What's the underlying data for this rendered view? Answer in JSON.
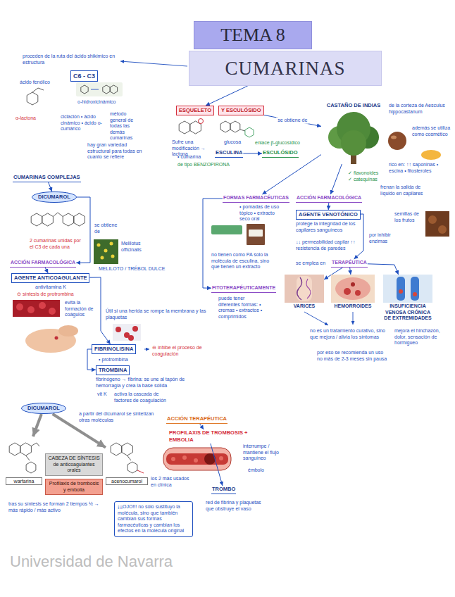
{
  "diagram": {
    "title": "TEMA 8",
    "nodes": [
      {
        "text": [
          "CUMARINAS"
        ]
      },
      {
        "text": [
          "C6 - C3"
        ]
      },
      {
        "text": [
          "ESQUELETO"
        ]
      },
      {
        "text": [
          "Y ESCULÓSIDO"
        ]
      },
      {
        "text": [
          "ESCULINA"
        ]
      },
      {
        "text": [
          "ESCULÓSIDO"
        ]
      },
      {
        "text": [
          "CASTAÑO DE INDIAS"
        ]
      },
      {
        "text": [
          "CUMARINAS COMPLEJAS"
        ]
      },
      {
        "text": [
          "DICUMAROL"
        ]
      },
      {
        "text": [
          "ACCIÓN FARMACOLÓGICA"
        ]
      },
      {
        "text": [
          "AGENTE ANTICOAGULANTE"
        ]
      },
      {
        "text": [
          "FIBRINOLISINA"
        ]
      },
      {
        "text": [
          "TROMBINA"
        ]
      },
      {
        "text": [
          "FORMAS FARMACÉUTICAS"
        ]
      },
      {
        "text": [
          "ACCIÓN FARMACOLÓGICA"
        ]
      },
      {
        "text": [
          "AGENTE VENOTÓNICO"
        ]
      },
      {
        "text": [
          "FITOTERAPÉUTICAMENTE"
        ]
      },
      {
        "text": [
          "TERAPÉUTICA"
        ]
      },
      {
        "text": [
          "VARICES"
        ]
      },
      {
        "text": [
          "HEMORROIDES"
        ]
      },
      {
        "text": [
          "INSUFICIENCIA VENOSA CRÓNICA DE EXTREMIDADES"
        ]
      },
      {
        "text": [
          "DICUMAROL"
        ]
      },
      {
        "text": [
          "CABEZA DE SÍNTESIS de anticoagulantes orales"
        ]
      },
      {
        "text": [
          "Profilaxis de trombosis y embolia"
        ]
      },
      {
        "text": [
          "warfarina"
        ]
      },
      {
        "text": [
          "acenocumarol"
        ]
      },
      {
        "text": [
          "ACCIÓN TERAPÉUTICA"
        ]
      },
      {
        "text": [
          "PROFILAXIS DE TROMBOSIS + EMBOLIA"
        ]
      },
      {
        "text": [
          "TROMBO"
        ]
      },
      {
        "text": [
          "¡¡¡OJO!!! no sólo sustituyo la molécula, sino que también cambian sus formas farmacéuticas y cambian los efectos en la molécula original"
        ]
      }
    ],
    "edges": [
      {
        "from": 0,
        "to": 2,
        "arrow": "to"
      },
      {
        "from": 3,
        "to": 6,
        "label": "se obtiene de",
        "arrow": "to"
      },
      {
        "from": 4,
        "to": 5,
        "arrow": "to"
      },
      {
        "from": 6,
        "to": 13,
        "arrow": "to"
      },
      {
        "from": 6,
        "to": 14,
        "arrow": "to"
      },
      {
        "from": 7,
        "to": 8,
        "arrow": "to"
      },
      {
        "from": 8,
        "to": 9,
        "arrow": "to"
      },
      {
        "from": 9,
        "to": 10,
        "arrow": "to"
      },
      {
        "from": 10,
        "to": 11,
        "arrow": "to"
      },
      {
        "from": 11,
        "to": 12,
        "arrow": "to"
      },
      {
        "from": 14,
        "to": 15,
        "arrow": "to"
      },
      {
        "from": 15,
        "to": 17,
        "arrow": "to"
      },
      {
        "from": 17,
        "to": 18,
        "arrow": "to"
      },
      {
        "from": 17,
        "to": 19,
        "arrow": "to"
      },
      {
        "from": 17,
        "to": 20,
        "arrow": "to"
      },
      {
        "from": 13,
        "to": 16,
        "arrow": "to"
      },
      {
        "from": 21,
        "to": 24,
        "arrow": "to"
      },
      {
        "from": 21,
        "to": 25,
        "arrow": "to"
      },
      {
        "from": 26,
        "to": 27,
        "arrow": "to"
      },
      {
        "from": 27,
        "to": 28,
        "arrow": "to"
      }
    ],
    "labels": [
      "proceden de la ruta del ácido shikímico en estructura",
      "ácido fenólico",
      "α-lactona",
      "o-hidroxicinámico",
      "ciclación • ácido cinámico • ácido o-cumárico",
      "método general de todas las demás cumarinas",
      "hay gran variedad estructural para todas en cuanto se refiere",
      "Sufre una modificación → lactona",
      "• cumarina",
      "de tipo BENZOPIRONA",
      "glucosa",
      "enlace β-glucosídico",
      "de la corteza de Aesculus hippocastanum",
      "además se utiliza como cosmético",
      "rico en: ↑↑ saponinas • escina • fitosteroles",
      "✓ flavonoides ✓ catequinas",
      "frenan la salida de líquido en capilares",
      "semillas de los frutos",
      "• pomadas de uso tópico • extracto seco oral",
      "no tienen como PA solo la molécula de esculina, sino que tienen un extracto",
      "puede tener diferentes formas: • cremas • extractos • comprimidos",
      "protege la integridad de los capilares sanguíneos",
      "↓↓ permeabilidad capilar ↑↑ resistencia de paredes",
      "por inhibir enzimas",
      "se emplea en",
      "mejora el hinchazón, dolor, sensación de hormigueo",
      "no es un tratamiento curativo, sino que mejora / alivia los síntomas",
      "por eso se recomienda un uso no más de 2-3 meses sin pausa",
      "2 cumarinas unidas por el C3 de cada una",
      "se obtiene de",
      "Melilotus officinalis",
      "MELILOTO / TRÉBOL DULCE",
      "antivitamina K",
      "⊖ síntesis de protrombina",
      "evita la formación de coágulos",
      "Útil si una herida se rompe la membrana y las plaquetas",
      "⊖ inhibe el proceso de coagulación",
      "• protrombina",
      "fibrinógeno → fibrina: se une al tapón de hemorragia y crea la base sólida",
      "vit K",
      "activa la cascada de factores de coagulación",
      "a partir del dicumarol se sintetizan otras moléculas",
      "los 2 más usados en clínica",
      "tras su síntesis se forman 2 tiempos ½ → más rápido / más activo",
      "interrumpe / mantiene el flujo sanguíneo",
      "émbolo",
      "red de fibrina y plaquetas que obstruye el vaso",
      "Universidad de Navarra"
    ]
  }
}
